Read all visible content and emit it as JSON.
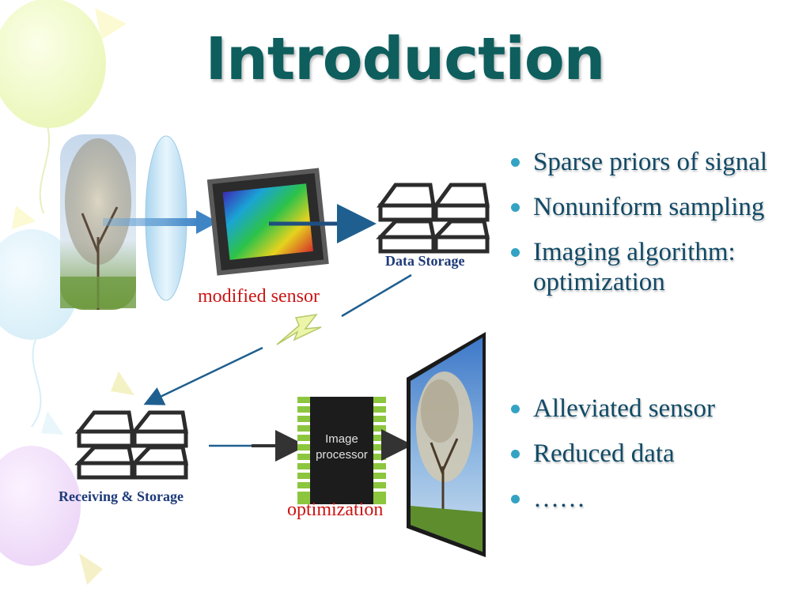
{
  "slide": {
    "title": "Introduction",
    "bullets_top": [
      "Sparse priors of signal",
      "Nonuniform sampling",
      "Imaging algorithm: optimization"
    ],
    "bullets_bottom": [
      "Alleviated sensor",
      "Reduced data",
      "……"
    ]
  },
  "diagram": {
    "sensor_label": "modified sensor",
    "data_storage_label": "Data Storage",
    "receiving_label": "Receiving & Storage",
    "optimization_label": "optimization",
    "chip_text_line1": "Image",
    "chip_text_line2": "processor"
  },
  "colors": {
    "title": "#0e5e5e",
    "bullet_text": "#114a66",
    "bullet_dot": "#34a3c3",
    "red_label": "#cc1414",
    "blue_label": "#1d3a78",
    "arrow": "#1f5f8f"
  }
}
